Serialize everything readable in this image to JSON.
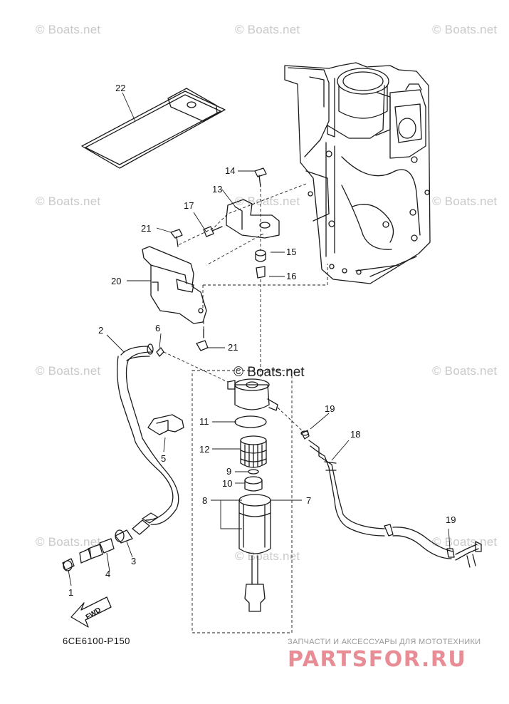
{
  "watermark": "© Boats.net",
  "diagram_code": "6CE6100-P150",
  "fwd_label": "FWD",
  "brand": {
    "tagline": "ЗАПЧАСТИ И АКСЕССУАРЫ ДЛЯ МОТОТЕХНИКИ",
    "name": "PARTSFOR.RU"
  },
  "callouts": {
    "c1": "1",
    "c2": "2",
    "c3": "3",
    "c4": "4",
    "c5": "5",
    "c6": "6",
    "c7": "7",
    "c8": "8",
    "c9": "9",
    "c10": "10",
    "c11": "11",
    "c12": "12",
    "c13": "13",
    "c14": "14",
    "c15": "15",
    "c16": "16",
    "c17": "17",
    "c18": "18",
    "c19a": "19",
    "c19b": "19",
    "c20": "20",
    "c21a": "21",
    "c21b": "21",
    "c22": "22"
  }
}
